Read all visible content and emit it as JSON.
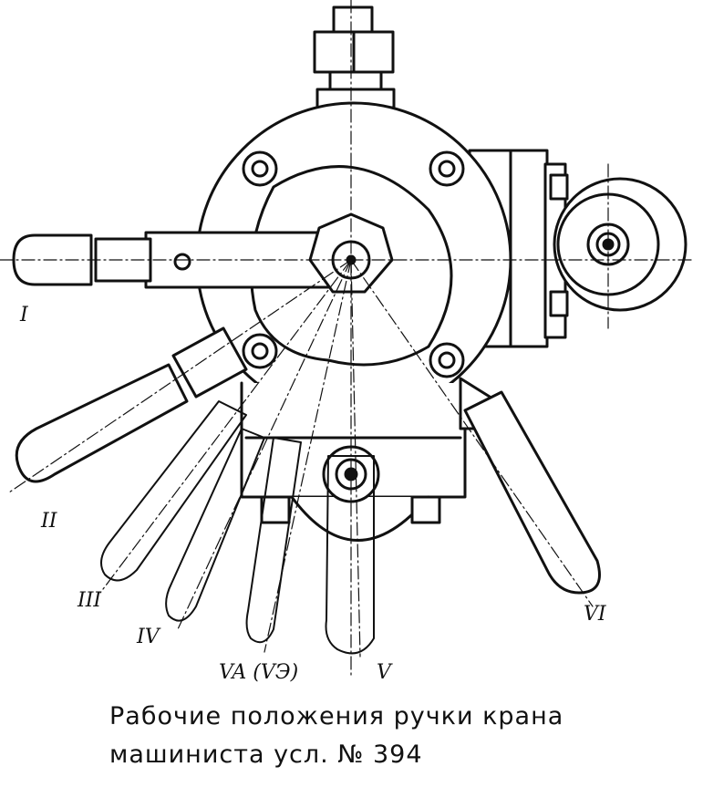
{
  "diagram": {
    "position_labels": {
      "I": "I",
      "II": "II",
      "III": "III",
      "IV": "IV",
      "VA": "VA (VЭ)",
      "V": "V",
      "VI": "VI"
    }
  },
  "caption": {
    "line1": "Рабочие положения ручки крана",
    "line2": "машиниста усл. № 394"
  }
}
